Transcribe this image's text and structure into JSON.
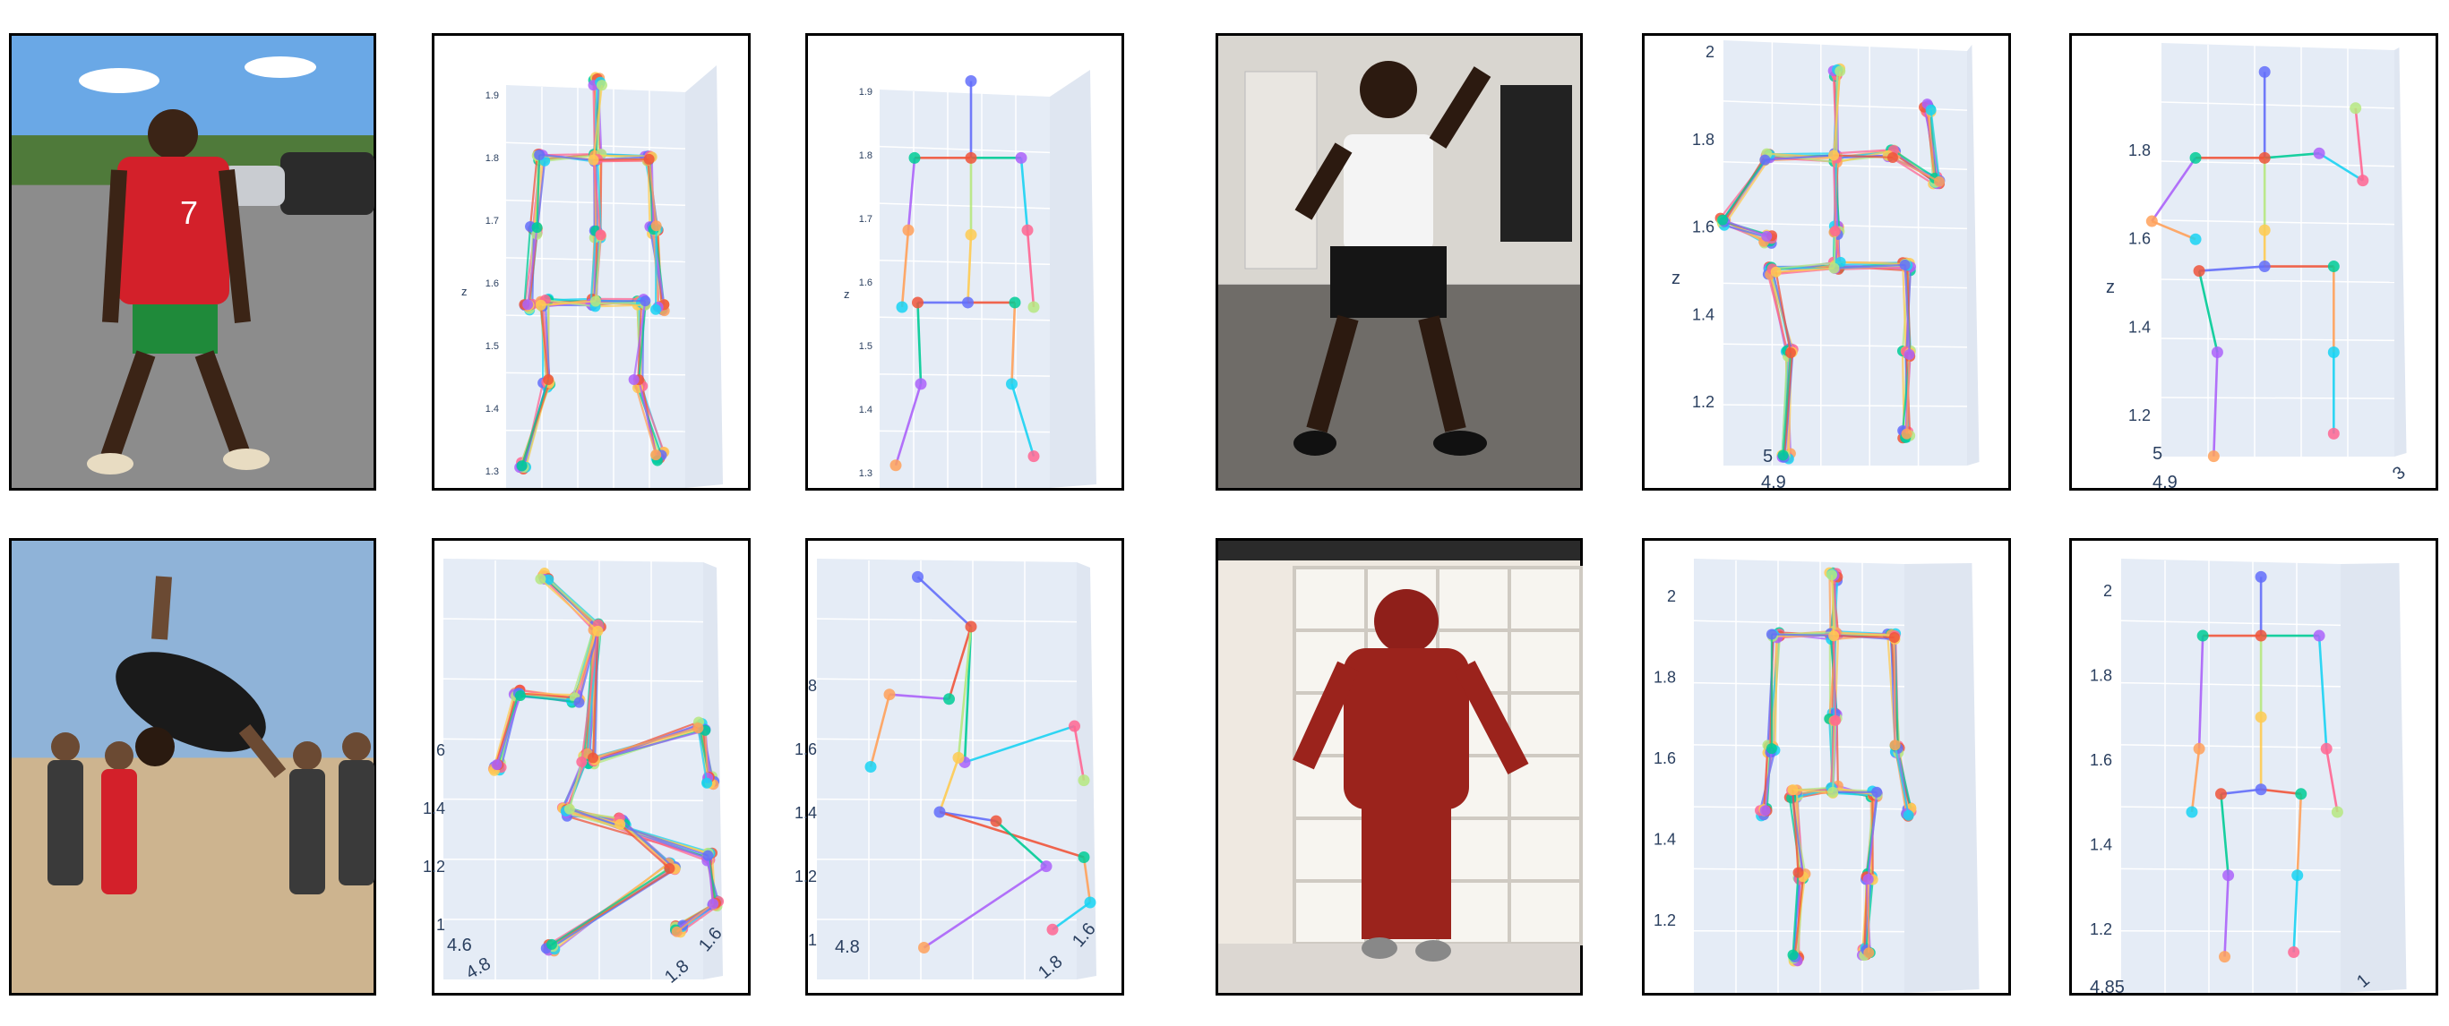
{
  "photos": [
    {
      "name": "photo-man-red-jersey-parking-lot",
      "subject": "man in red number 7 jersey and green shorts in parking lot",
      "jersey_number": "7"
    },
    {
      "name": "photo-man-white-tank-dancing",
      "subject": "man in white tank top and black shorts dancing indoors"
    },
    {
      "name": "photo-backflip-on-beach",
      "subject": "man doing a flip on a sandy beach with onlookers"
    },
    {
      "name": "photo-red-hoodie-dancing",
      "subject": "person in red hoodie and red pants dancing in front of shelves"
    }
  ],
  "plots": {
    "r1c2": {
      "z_ticks": [
        "1.9",
        "1.8",
        "1.7",
        "1.6",
        "1.5",
        "1.4",
        "1.3"
      ],
      "z_label": "z"
    },
    "r1c3": {
      "z_ticks": [
        "1.9",
        "1.8",
        "1.7",
        "1.6",
        "1.5",
        "1.4",
        "1.3"
      ],
      "z_label": "z"
    },
    "r1c5": {
      "z_ticks": [
        "2",
        "1.8",
        "1.6",
        "1.4",
        "1.2"
      ],
      "z_label": "z",
      "extra_ticks": [
        "5",
        "4.9"
      ]
    },
    "r1c6": {
      "z_ticks": [
        "1.8",
        "1.6",
        "1.4",
        "1.2"
      ],
      "z_label": "z",
      "extra_ticks": [
        "5",
        "4.9",
        "3"
      ]
    },
    "r2c2": {
      "z_ticks": [
        "6",
        "1.4",
        "1.2",
        "1"
      ],
      "extra_ticks": [
        "4.6",
        "4.8",
        "1.6",
        "1.8"
      ]
    },
    "r2c3": {
      "z_ticks": [
        "8",
        "1.6",
        "1.4",
        "1.2",
        "1"
      ],
      "extra_ticks": [
        "4.8",
        "1.6",
        "1.8"
      ]
    },
    "r2c5": {
      "z_ticks": [
        "2",
        "1.8",
        "1.6",
        "1.4",
        "1.2"
      ]
    },
    "r2c6": {
      "z_ticks": [
        "2",
        "1.8",
        "1.6",
        "1.4",
        "1.2"
      ],
      "extra_ticks": [
        "4.85",
        "1"
      ]
    }
  },
  "colors": {
    "plot_bg": "#e5ecf6",
    "grid": "#ffffff",
    "frame": "#000000"
  }
}
